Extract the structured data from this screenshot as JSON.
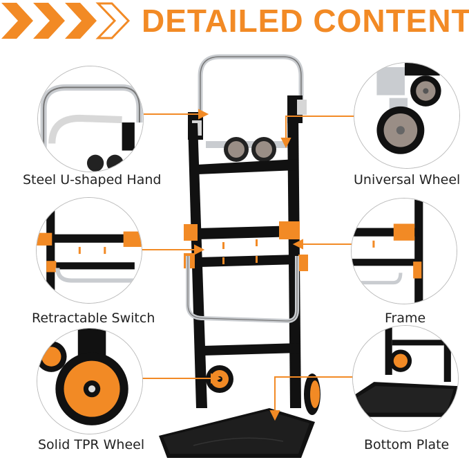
{
  "header": {
    "title": "DETAILED CONTENT",
    "accent_color": "#f28a25"
  },
  "features": [
    {
      "label": "Steel U-shaped Hand",
      "icon": "u-handle-detail"
    },
    {
      "label": "Universal Wheel",
      "icon": "swivel-wheel-detail"
    },
    {
      "label": "Retractable Switch",
      "icon": "retract-switch-detail"
    },
    {
      "label": "Frame",
      "icon": "frame-detail"
    },
    {
      "label": "Solid TPR Wheel",
      "icon": "tpr-wheel-detail"
    },
    {
      "label": "Bottom Plate",
      "icon": "bottom-plate-detail"
    }
  ],
  "colors": {
    "orange": "#f28a25",
    "frame": "#111111",
    "steel": "#c9ccd0"
  }
}
